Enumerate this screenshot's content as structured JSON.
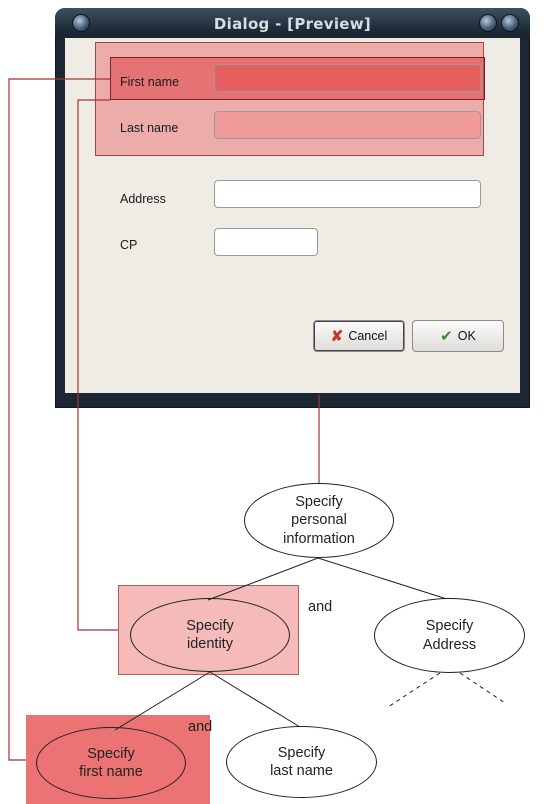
{
  "dialog": {
    "title": "Dialog - [Preview]",
    "fields": {
      "first_name": {
        "label": "First name",
        "value": ""
      },
      "last_name": {
        "label": "Last name",
        "value": ""
      },
      "address": {
        "label": "Address",
        "value": ""
      },
      "cp": {
        "label": "CP",
        "value": ""
      }
    },
    "buttons": {
      "cancel": {
        "label": "Cancel",
        "icon": "cancel-x-icon"
      },
      "ok": {
        "label": "OK",
        "icon": "ok-check-icon"
      }
    }
  },
  "task_tree": {
    "root": "Specify\npersonal\ninformation",
    "identity": "Specify\nidentity",
    "address": "Specify\nAddress",
    "first_name": "Specify\nfirst name",
    "last_name": "Specify\nlast name",
    "operator_root": "and",
    "operator_identity": "and"
  },
  "colors": {
    "highlight_dark": "#e85a5a",
    "highlight_light": "#f09696",
    "connector": "#a83232",
    "window_frame": "#1d2633"
  }
}
